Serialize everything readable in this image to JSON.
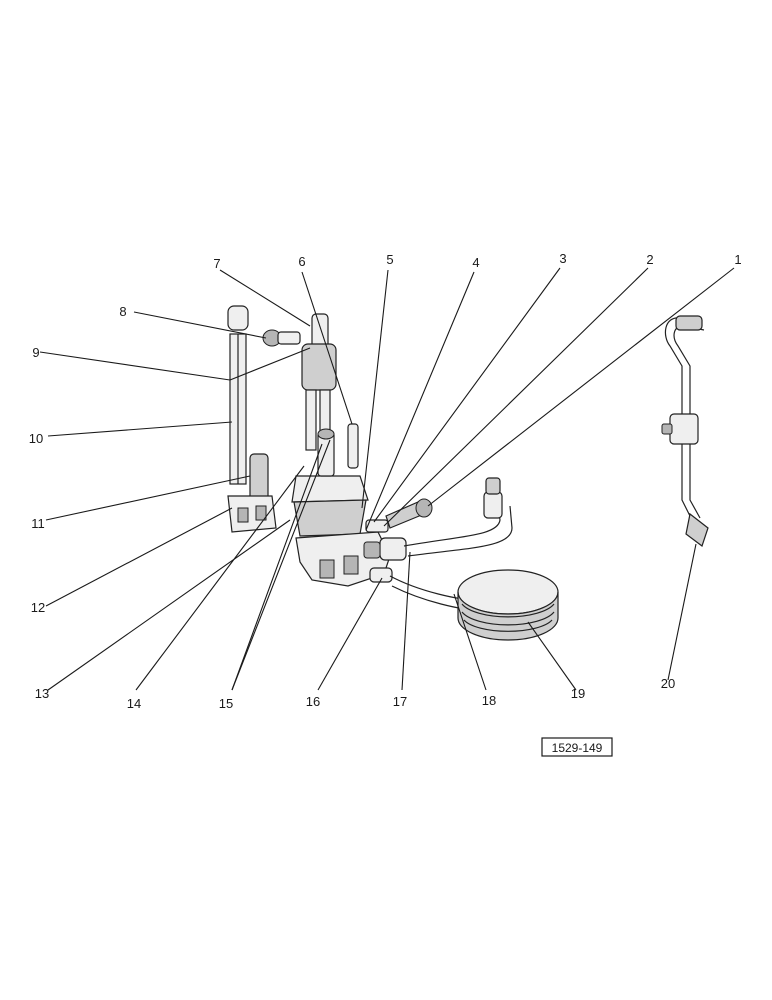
{
  "diagram": {
    "reference_code": "1529-149",
    "callouts": [
      {
        "id": "c1",
        "label": "1"
      },
      {
        "id": "c2",
        "label": "2"
      },
      {
        "id": "c3",
        "label": "3"
      },
      {
        "id": "c4",
        "label": "4"
      },
      {
        "id": "c5",
        "label": "5"
      },
      {
        "id": "c6",
        "label": "6"
      },
      {
        "id": "c7",
        "label": "7"
      },
      {
        "id": "c8",
        "label": "8"
      },
      {
        "id": "c9",
        "label": "9"
      },
      {
        "id": "c10",
        "label": "10"
      },
      {
        "id": "c11",
        "label": "11"
      },
      {
        "id": "c12",
        "label": "12"
      },
      {
        "id": "c13",
        "label": "13"
      },
      {
        "id": "c14",
        "label": "14"
      },
      {
        "id": "c15",
        "label": "15"
      },
      {
        "id": "c16",
        "label": "16"
      },
      {
        "id": "c17",
        "label": "17"
      },
      {
        "id": "c18",
        "label": "18"
      },
      {
        "id": "c19",
        "label": "19"
      },
      {
        "id": "c20",
        "label": "20"
      }
    ]
  }
}
